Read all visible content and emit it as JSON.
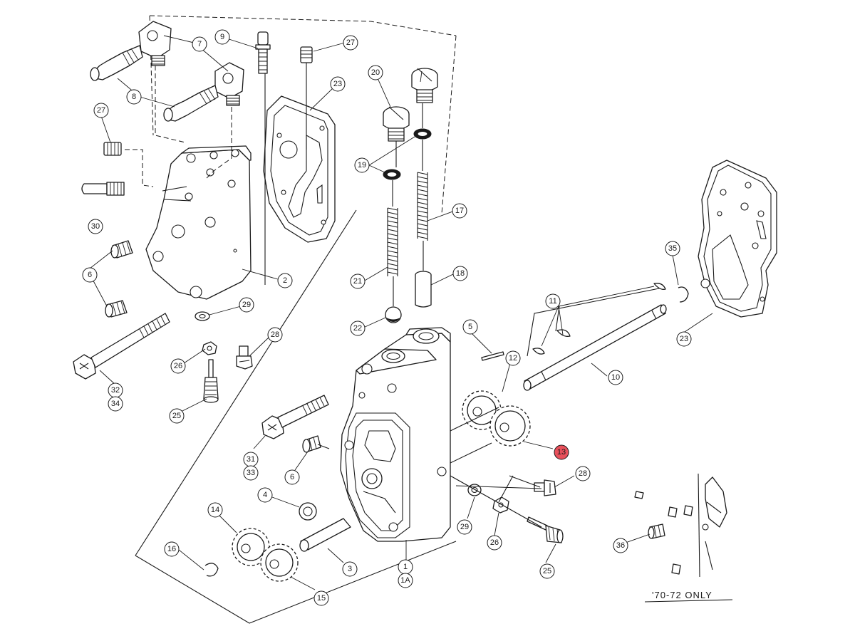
{
  "callouts": {
    "c7": "7",
    "c9": "9",
    "c27a": "27",
    "c8": "8",
    "c23a": "23",
    "c27b": "27",
    "c20": "20",
    "c19": "19",
    "c17": "17",
    "c30": "30",
    "c6a": "6",
    "c2": "2",
    "c21": "21",
    "c35": "35",
    "c18": "18",
    "c29a": "29",
    "c28a": "28",
    "c11": "11",
    "c22": "22",
    "c5": "5",
    "c23b": "23",
    "c26a": "26",
    "c32": "32",
    "c34": "34",
    "c12": "12",
    "c10": "10",
    "c25a": "25",
    "c13": "13",
    "c31": "31",
    "c33": "33",
    "c6b": "6",
    "c28b": "28",
    "c4": "4",
    "c14": "14",
    "c29b": "29",
    "c26b": "26",
    "c36": "36",
    "c16": "16",
    "c3": "3",
    "c1": "1",
    "c1a": "1A",
    "c25b": "25",
    "c15": "15"
  },
  "highlight": {
    "callout": "13",
    "color": "#e8505b"
  },
  "note": {
    "text": "'70-72 ONLY"
  }
}
